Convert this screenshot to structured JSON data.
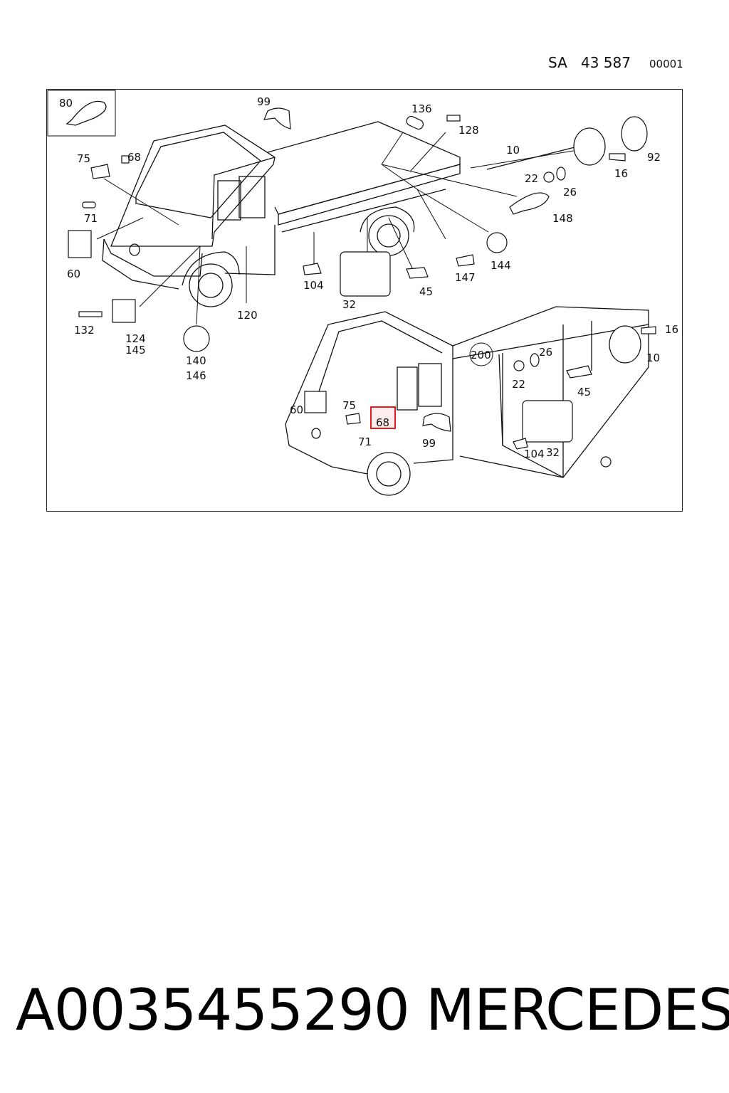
{
  "header": {
    "sa_label": "SA",
    "drawing_number": "43 587",
    "sheet_code": "00001"
  },
  "diagram": {
    "inset_label": "80",
    "upper_labels": [
      "99",
      "136",
      "128",
      "75",
      "68",
      "10",
      "92",
      "22",
      "26",
      "16",
      "71",
      "148",
      "60",
      "144",
      "147",
      "104",
      "45",
      "32",
      "132",
      "124",
      "145",
      "120",
      "140",
      "146"
    ],
    "lower_labels": [
      "200",
      "16",
      "26",
      "10",
      "22",
      "45",
      "60",
      "75",
      "68",
      "71",
      "99",
      "104",
      "32"
    ],
    "highlighted_label": "68",
    "highlight_color": "#e02020"
  },
  "footer": {
    "part_number": "A0035455290",
    "brand": "MERCEDES"
  }
}
